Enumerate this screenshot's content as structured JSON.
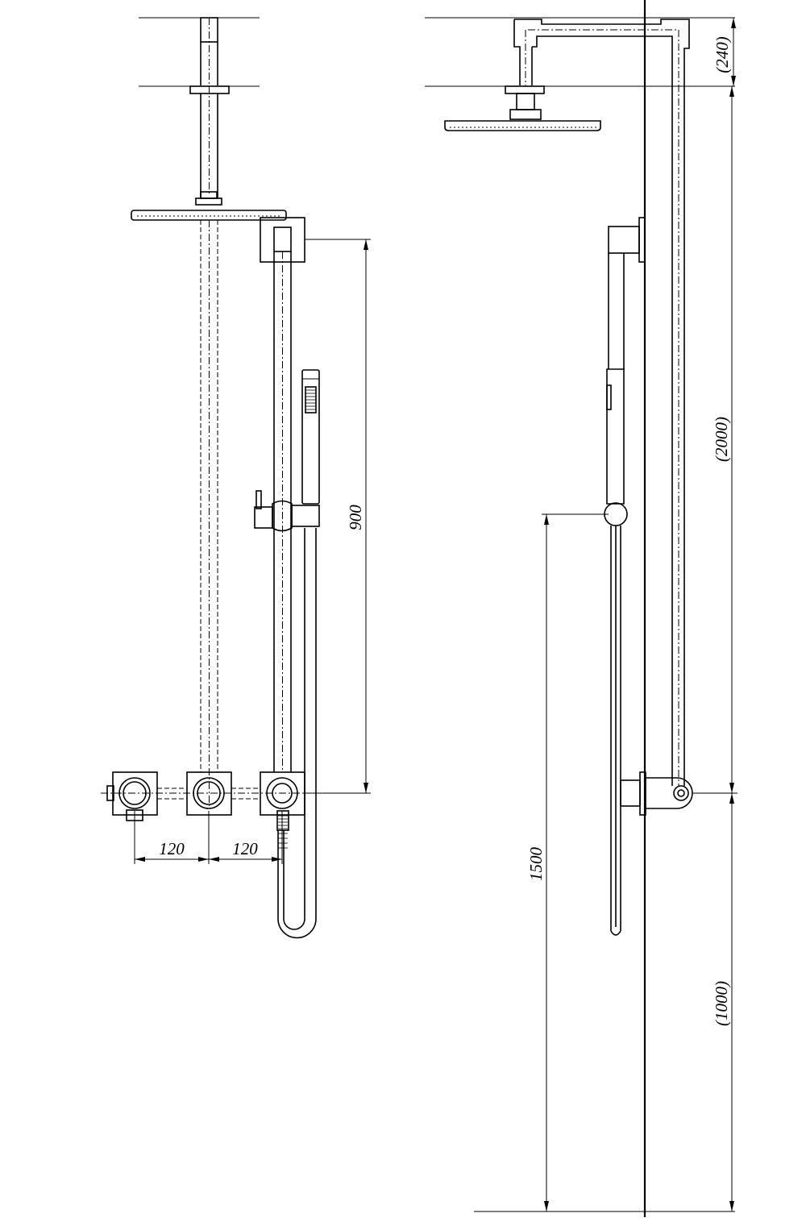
{
  "diagram": {
    "front_view": {
      "dimensions": {
        "valve_spacing_left": "120",
        "valve_spacing_right": "120",
        "slide_rail_height": "900"
      }
    },
    "side_view": {
      "dimensions": {
        "arm_drop": "(240)",
        "riser_height": "(2000)",
        "handshower_holder_height": "1500",
        "valve_height": "(1000)"
      }
    },
    "colors": {
      "line": "#000000",
      "background": "#ffffff"
    }
  }
}
